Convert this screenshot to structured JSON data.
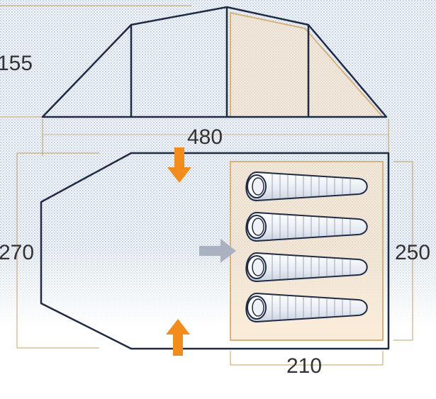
{
  "dimensions": {
    "height": "155",
    "total_length": "480",
    "total_width": "270",
    "inner_width": "250",
    "inner_length": "210"
  },
  "sleeping_bags": {
    "count": 4
  },
  "colors": {
    "outline": "#1f2a44",
    "accent_orange": "#f28c1c",
    "inner_tent_fill": "#f6dfc0",
    "inner_tent_border": "#d8b27a",
    "dimension_lines": "#c7a35d",
    "grey_arrow": "#aab1c0",
    "sky_blue": "#b9c9e2"
  }
}
